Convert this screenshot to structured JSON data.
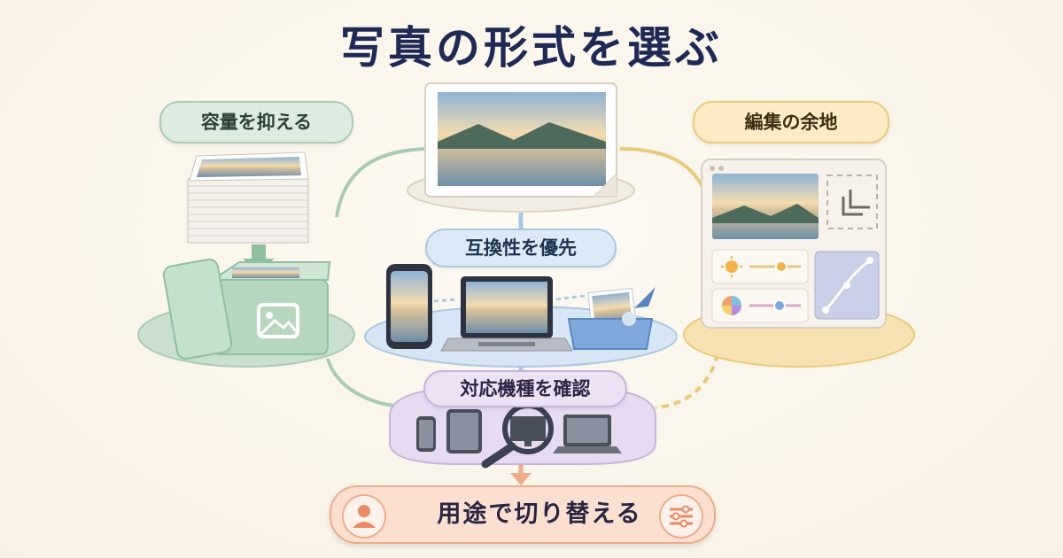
{
  "title": "写真の形式を選ぶ",
  "nodes": {
    "capacity": {
      "label": "容量を抑える"
    },
    "compatibility": {
      "label": "互換性を優先"
    },
    "editing": {
      "label": "編集の余地"
    },
    "devices": {
      "label": "対応機種を確認"
    }
  },
  "banner": {
    "label": "用途で切り替える"
  },
  "icons": [
    "photo-stack-icon",
    "storage-box-icon",
    "image-icon",
    "framed-photo-icon",
    "smartphone-icon",
    "laptop-icon",
    "tray-icon",
    "editor-window-icon",
    "crop-icon",
    "sun-icon",
    "color-wheel-icon",
    "curves-icon",
    "tablet-icon",
    "monitor-icon",
    "magnifier-icon",
    "person-icon",
    "sliders-icon"
  ],
  "colors": {
    "title": "#1e2a55",
    "green": "#a8ccb3",
    "blue": "#a8c9e6",
    "yellow": "#ecc97a",
    "purple": "#c7b3de",
    "orange": "#eeab8b"
  }
}
